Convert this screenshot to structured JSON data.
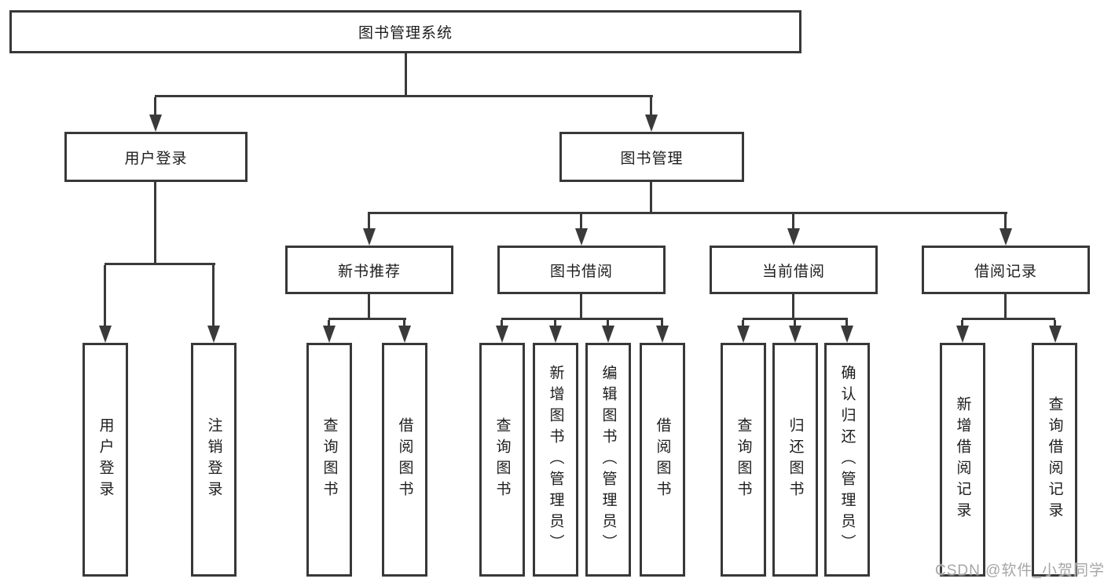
{
  "diagram": {
    "root": {
      "label": "图书管理系统"
    },
    "branches": [
      {
        "label": "用户登录",
        "children": [
          {
            "label": "用户登录"
          },
          {
            "label": "注销登录"
          }
        ]
      },
      {
        "label": "图书管理",
        "children": [
          {
            "label": "新书推荐",
            "children": [
              {
                "label": "查询图书"
              },
              {
                "label": "借阅图书"
              }
            ]
          },
          {
            "label": "图书借阅",
            "children": [
              {
                "label": "查询图书"
              },
              {
                "label": "新增图书（管理员）"
              },
              {
                "label": "编辑图书（管理员）"
              },
              {
                "label": "借阅图书"
              }
            ]
          },
          {
            "label": "当前借阅",
            "children": [
              {
                "label": "查询图书"
              },
              {
                "label": "归还图书"
              },
              {
                "label": "确认归还（管理员）"
              }
            ]
          },
          {
            "label": "借阅记录",
            "children": [
              {
                "label": "新增借阅记录"
              },
              {
                "label": "查询借阅记录"
              }
            ]
          }
        ]
      }
    ]
  },
  "watermark": {
    "text": "CSDN @软件_小贺同学"
  },
  "colors": {
    "line": "#3a3a3a",
    "text": "#1d1d1d",
    "watermark": "#a6a6a6",
    "background": "#ffffff"
  }
}
